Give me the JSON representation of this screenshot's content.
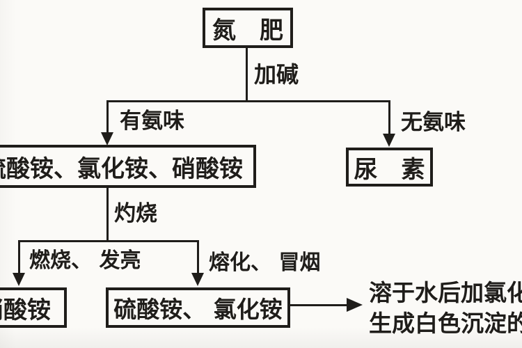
{
  "colors": {
    "ink": "#1f1d1a",
    "paper": "#fbfaf7"
  },
  "flowchart": {
    "nodes": {
      "root": {
        "label": "氮　肥"
      },
      "ammonium_group": {
        "label": "硫酸铵、氯化铵、硝酸铵"
      },
      "urea": {
        "label": "尿　素"
      },
      "ammonium_nitrate": {
        "label": "硝酸铵"
      },
      "sulfate_and_chloride": {
        "label": "硫酸铵、 氯化铵"
      }
    },
    "edges": {
      "add_alkali": "加碱",
      "has_ammonia_smell": "有氨味",
      "no_ammonia_smell": "无氨味",
      "ignite": "灼烧",
      "burns_glows": "燃烧、 发亮",
      "melts_smokes": "熔化、 冒烟"
    },
    "result_note": {
      "line1": "溶于水后加氯化",
      "line2": "生成白色沉淀的"
    }
  }
}
